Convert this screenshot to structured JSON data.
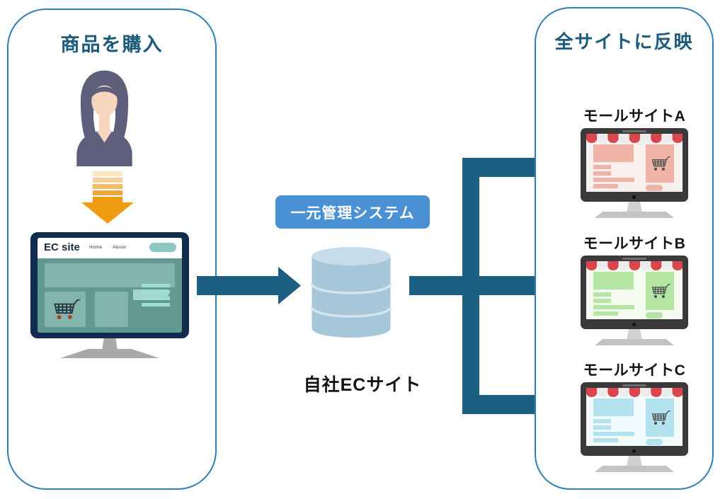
{
  "left_panel": {
    "title": "商品を購入",
    "ec_site": {
      "logo": "EC site",
      "nav": [
        {
          "label": "Home"
        },
        {
          "label": "About"
        }
      ]
    },
    "caption": "自社ECサイト"
  },
  "center": {
    "system_label": "一元管理システム"
  },
  "right_panel": {
    "title": "全サイトに反映",
    "sites": [
      {
        "label": "モールサイトA",
        "accent": "#efb3a7",
        "screen": "#f7f0ec"
      },
      {
        "label": "モールサイトB",
        "accent": "#b4e5a2",
        "screen": "#f5faf1"
      },
      {
        "label": "モールサイトC",
        "accent": "#b2e3ee",
        "screen": "#f2fafc"
      }
    ]
  },
  "icons": {
    "buyer": "person-icon",
    "flow_down": "down-arrow-icon",
    "db": "database-icon",
    "cart": "cart-icon",
    "monitor": "monitor-icon"
  },
  "colors": {
    "panel_border": "#2e7fb8",
    "title_text": "#1d5b7d",
    "arrow": "#1c5f82",
    "system_badge_bg": "#4a90d5",
    "db_body": "#a6c7d9",
    "db_top": "#c6dcea",
    "awning_red": "#d9474e",
    "ec_accent": "#84b5ad",
    "orange": "#f09c12"
  }
}
